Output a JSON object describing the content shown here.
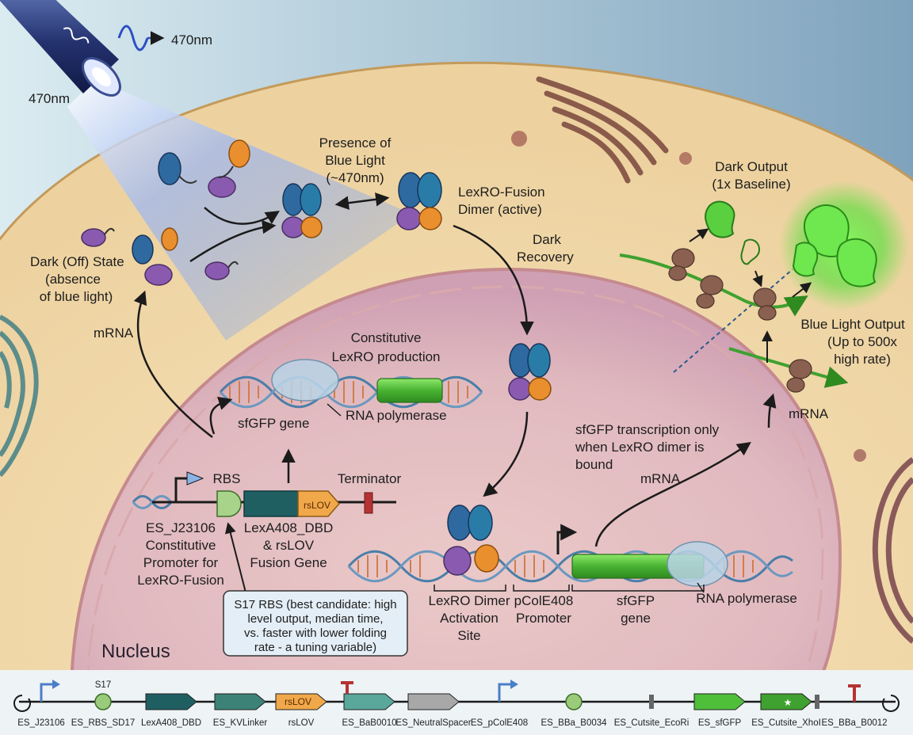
{
  "light": {
    "top": "470nm",
    "side": "470nm"
  },
  "labels": {
    "presence": [
      "Presence of",
      "Blue Light",
      "(~470nm)"
    ],
    "dimer": [
      "LexRO-Fusion",
      "Dimer (active)"
    ],
    "dark_recovery": [
      "Dark",
      "Recovery"
    ],
    "dark_state": [
      "Dark (Off) State",
      "(absence",
      "of blue light)"
    ],
    "mrna_left": "mRNA",
    "constitutive": [
      "Constitutive",
      "LexRO production"
    ],
    "sfgfp_gene_upper": "sfGFP gene",
    "rna_pol_upper": "RNA polymerase",
    "rbs": "RBS",
    "terminator": "Terminator",
    "rslov_glyph": "rsLOV",
    "promoter": [
      "ES_J23106",
      "Constitutive",
      "Promoter for",
      "LexRO-Fusion"
    ],
    "fusion_gene": [
      "LexA408_DBD",
      "& rsLOV",
      "Fusion Gene"
    ],
    "callout": [
      "S17 RBS (best candidate: high",
      "level output, median time,",
      "vs. faster with lower folding",
      "rate - a tuning variable)"
    ],
    "activation_site": [
      "LexRO Dimer",
      "Activation",
      "Site"
    ],
    "pcole": [
      "pColE408",
      "Promoter"
    ],
    "sfgfp_gene_lower": [
      "sfGFP",
      "gene"
    ],
    "rna_pol_lower": "RNA polymerase",
    "transcription": [
      "sfGFP transcription only",
      "when LexRO dimer is",
      "bound"
    ],
    "mrna_mid": "mRNA",
    "mrna_right": "mRNA",
    "dark_output": [
      "Dark Output",
      "(1x Baseline)"
    ],
    "blue_output": [
      "Blue Light Output",
      "(Up to 500x",
      "high rate)"
    ],
    "nucleus": "Nucleus"
  },
  "construct_bar": {
    "parts": [
      {
        "name": "ES_J23106",
        "kind": "promoter"
      },
      {
        "name": "ES_RBS_SD17",
        "kind": "rbs",
        "tag": "S17"
      },
      {
        "name": "LexA408_DBD",
        "kind": "cds",
        "color": "#1f5f62"
      },
      {
        "name": "ES_KVLinker",
        "kind": "cds",
        "color": "#3c8277"
      },
      {
        "name": "rsLOV",
        "kind": "cds",
        "color": "#f0a84a",
        "tag": "rsLOV"
      },
      {
        "name": "ES_BaB0010",
        "kind": "term_cds",
        "color": "#5aa79b"
      },
      {
        "name": "ES_NeutralSpacer",
        "kind": "cds",
        "color": "#a8a8a8"
      },
      {
        "name": "ES_pColE408",
        "kind": "promoter"
      },
      {
        "name": "ES_BBa_B0034",
        "kind": "rbs"
      },
      {
        "name": "ES_Cutsite_EcoRi",
        "kind": "cut"
      },
      {
        "name": "ES_sfGFP",
        "kind": "cds",
        "color": "#4fbf3a"
      },
      {
        "name": "ES_Cutsite_XhoI",
        "kind": "cds_star",
        "color": "#3fa12f"
      },
      {
        "name": "ES_BBa_B0012",
        "kind": "term"
      }
    ]
  },
  "colors": {
    "background": "#cfe3ea",
    "cytoplasm": "#f3dcae",
    "nucleus": "#e6c0c3",
    "light_beam": "#7d9fe6",
    "lexa_blue": "#2e6aa0",
    "rslov_purple": "#8a5ab0",
    "rslov_orange": "#e98f2e",
    "sfgfp_green": "#48c432",
    "ribosome_brown": "#8a6050"
  },
  "icons": [
    "fiber-optic-icon",
    "light-wave-icon",
    "dna-helix-icon",
    "ribosome-icon",
    "protein-dimer-icon",
    "gfp-protein-icon",
    "golgi-icon",
    "er-icon"
  ]
}
